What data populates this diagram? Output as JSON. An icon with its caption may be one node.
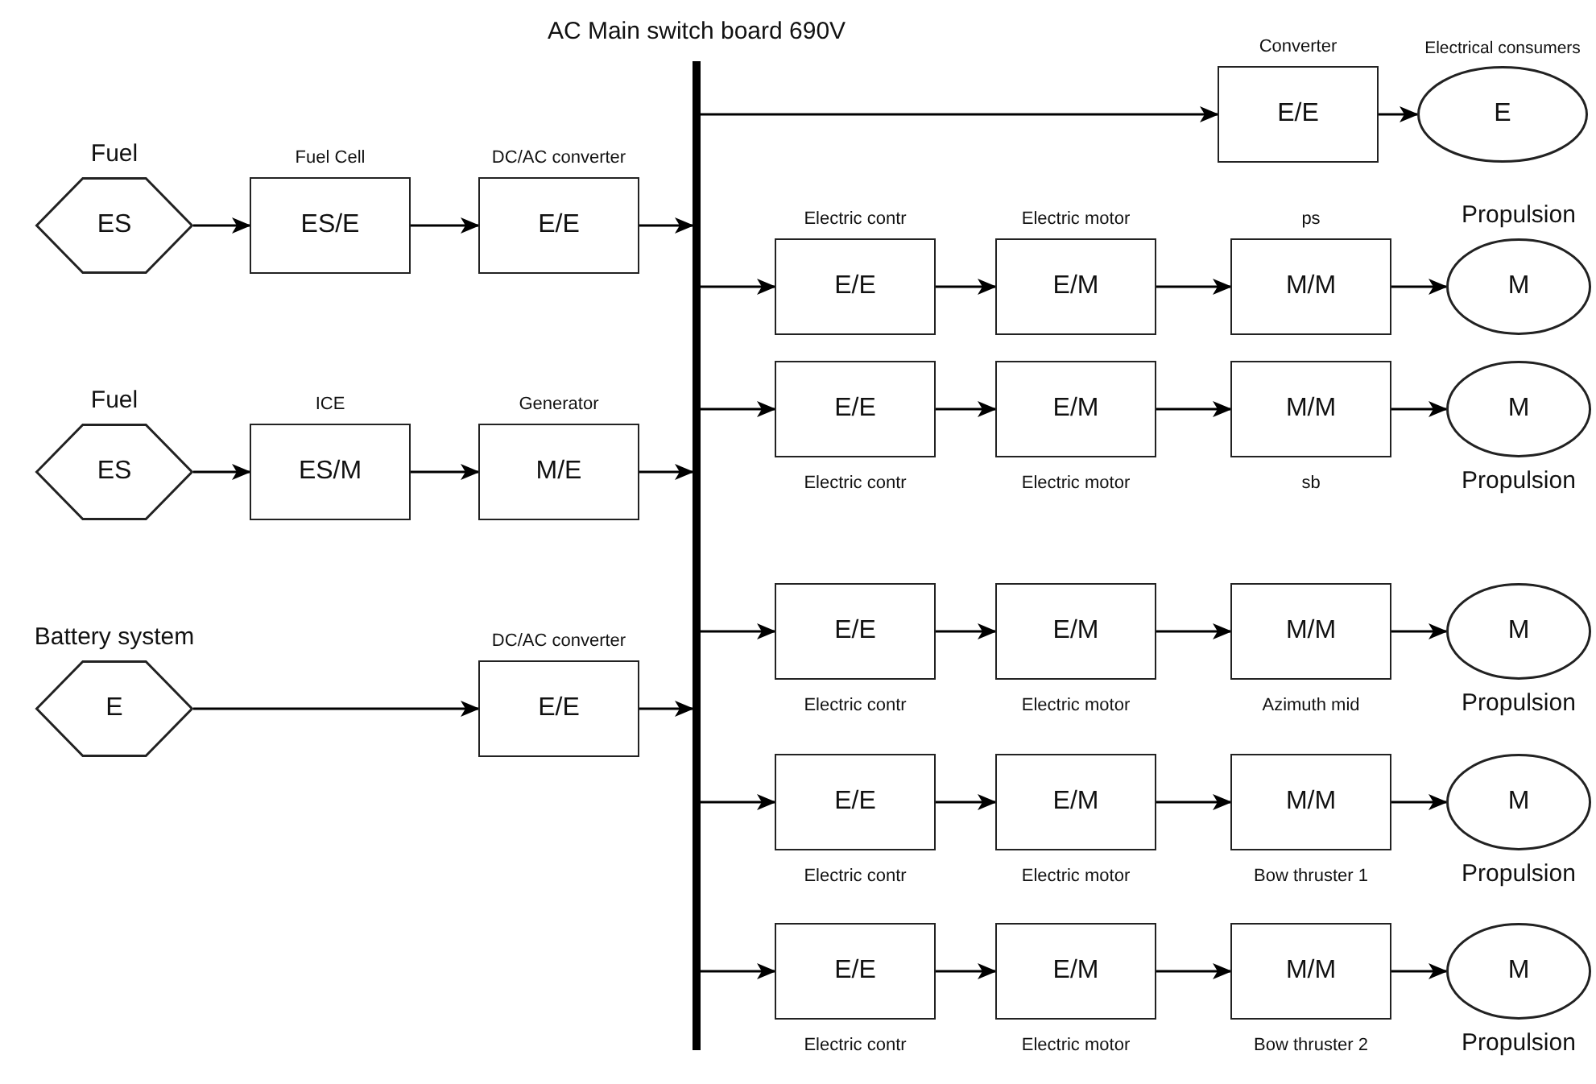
{
  "diagram": {
    "nodes": [
      {
        "text": [
          "AC Main switch board 690V"
        ]
      },
      {
        "text": [
          "Converter",
          "E/E"
        ]
      },
      {
        "text": [
          "Electrical consumers",
          "E"
        ]
      },
      {
        "text": [
          "Fuel",
          "ES"
        ]
      },
      {
        "text": [
          "Fuel Cell",
          "ES/E"
        ]
      },
      {
        "text": [
          "DC/AC converter",
          "E/E"
        ]
      },
      {
        "text": [
          "Electric contr",
          "E/E"
        ]
      },
      {
        "text": [
          "Electric motor",
          "E/M"
        ]
      },
      {
        "text": [
          "ps",
          "M/M"
        ]
      },
      {
        "text": [
          "Propulsion",
          "M"
        ]
      },
      {
        "text": [
          "E/E",
          "Electric contr"
        ]
      },
      {
        "text": [
          "E/M",
          "Electric motor"
        ]
      },
      {
        "text": [
          "M/M",
          "sb"
        ]
      },
      {
        "text": [
          "M",
          "Propulsion"
        ]
      },
      {
        "text": [
          "Fuel",
          "ES"
        ]
      },
      {
        "text": [
          "ICE",
          "ES/M"
        ]
      },
      {
        "text": [
          "Generator",
          "M/E"
        ]
      },
      {
        "text": [
          "Battery system",
          "E"
        ]
      },
      {
        "text": [
          "DC/AC converter",
          "E/E"
        ]
      },
      {
        "text": [
          "E/E",
          "Electric contr"
        ]
      },
      {
        "text": [
          "E/M",
          "Electric motor"
        ]
      },
      {
        "text": [
          "M/M",
          "Azimuth mid"
        ]
      },
      {
        "text": [
          "M",
          "Propulsion"
        ]
      },
      {
        "text": [
          "E/E",
          "Electric contr"
        ]
      },
      {
        "text": [
          "E/M",
          "Electric motor"
        ]
      },
      {
        "text": [
          "M/M",
          "Bow thruster 1"
        ]
      },
      {
        "text": [
          "M",
          "Propulsion"
        ]
      },
      {
        "text": [
          "E/E",
          "Electric contr"
        ]
      },
      {
        "text": [
          "E/M",
          "Electric motor"
        ]
      },
      {
        "text": [
          "M/M",
          "Bow thruster 2"
        ]
      },
      {
        "text": [
          "M",
          "Propulsion"
        ]
      }
    ],
    "edges": [
      {
        "from": 0,
        "to": 1,
        "arrow": "to"
      },
      {
        "from": 1,
        "to": 2,
        "arrow": "to"
      },
      {
        "from": 3,
        "to": 4,
        "arrow": "to"
      },
      {
        "from": 4,
        "to": 5,
        "arrow": "to"
      },
      {
        "from": 5,
        "to": 0,
        "arrow": "to"
      },
      {
        "from": 0,
        "to": 6,
        "arrow": "to"
      },
      {
        "from": 6,
        "to": 7,
        "arrow": "to"
      },
      {
        "from": 7,
        "to": 8,
        "arrow": "to"
      },
      {
        "from": 8,
        "to": 9,
        "arrow": "to"
      },
      {
        "from": 0,
        "to": 10,
        "arrow": "to"
      },
      {
        "from": 10,
        "to": 11,
        "arrow": "to"
      },
      {
        "from": 11,
        "to": 12,
        "arrow": "to"
      },
      {
        "from": 12,
        "to": 13,
        "arrow": "to"
      },
      {
        "from": 14,
        "to": 15,
        "arrow": "to"
      },
      {
        "from": 15,
        "to": 16,
        "arrow": "to"
      },
      {
        "from": 16,
        "to": 0,
        "arrow": "to"
      },
      {
        "from": 17,
        "to": 18,
        "arrow": "to"
      },
      {
        "from": 18,
        "to": 0,
        "arrow": "to"
      },
      {
        "from": 0,
        "to": 19,
        "arrow": "to"
      },
      {
        "from": 19,
        "to": 20,
        "arrow": "to"
      },
      {
        "from": 20,
        "to": 21,
        "arrow": "to"
      },
      {
        "from": 21,
        "to": 22,
        "arrow": "to"
      },
      {
        "from": 0,
        "to": 23,
        "arrow": "to"
      },
      {
        "from": 23,
        "to": 24,
        "arrow": "to"
      },
      {
        "from": 24,
        "to": 25,
        "arrow": "to"
      },
      {
        "from": 25,
        "to": 26,
        "arrow": "to"
      },
      {
        "from": 0,
        "to": 27,
        "arrow": "to"
      },
      {
        "from": 27,
        "to": 28,
        "arrow": "to"
      },
      {
        "from": 28,
        "to": 29,
        "arrow": "to"
      },
      {
        "from": 29,
        "to": 30,
        "arrow": "to"
      }
    ]
  }
}
